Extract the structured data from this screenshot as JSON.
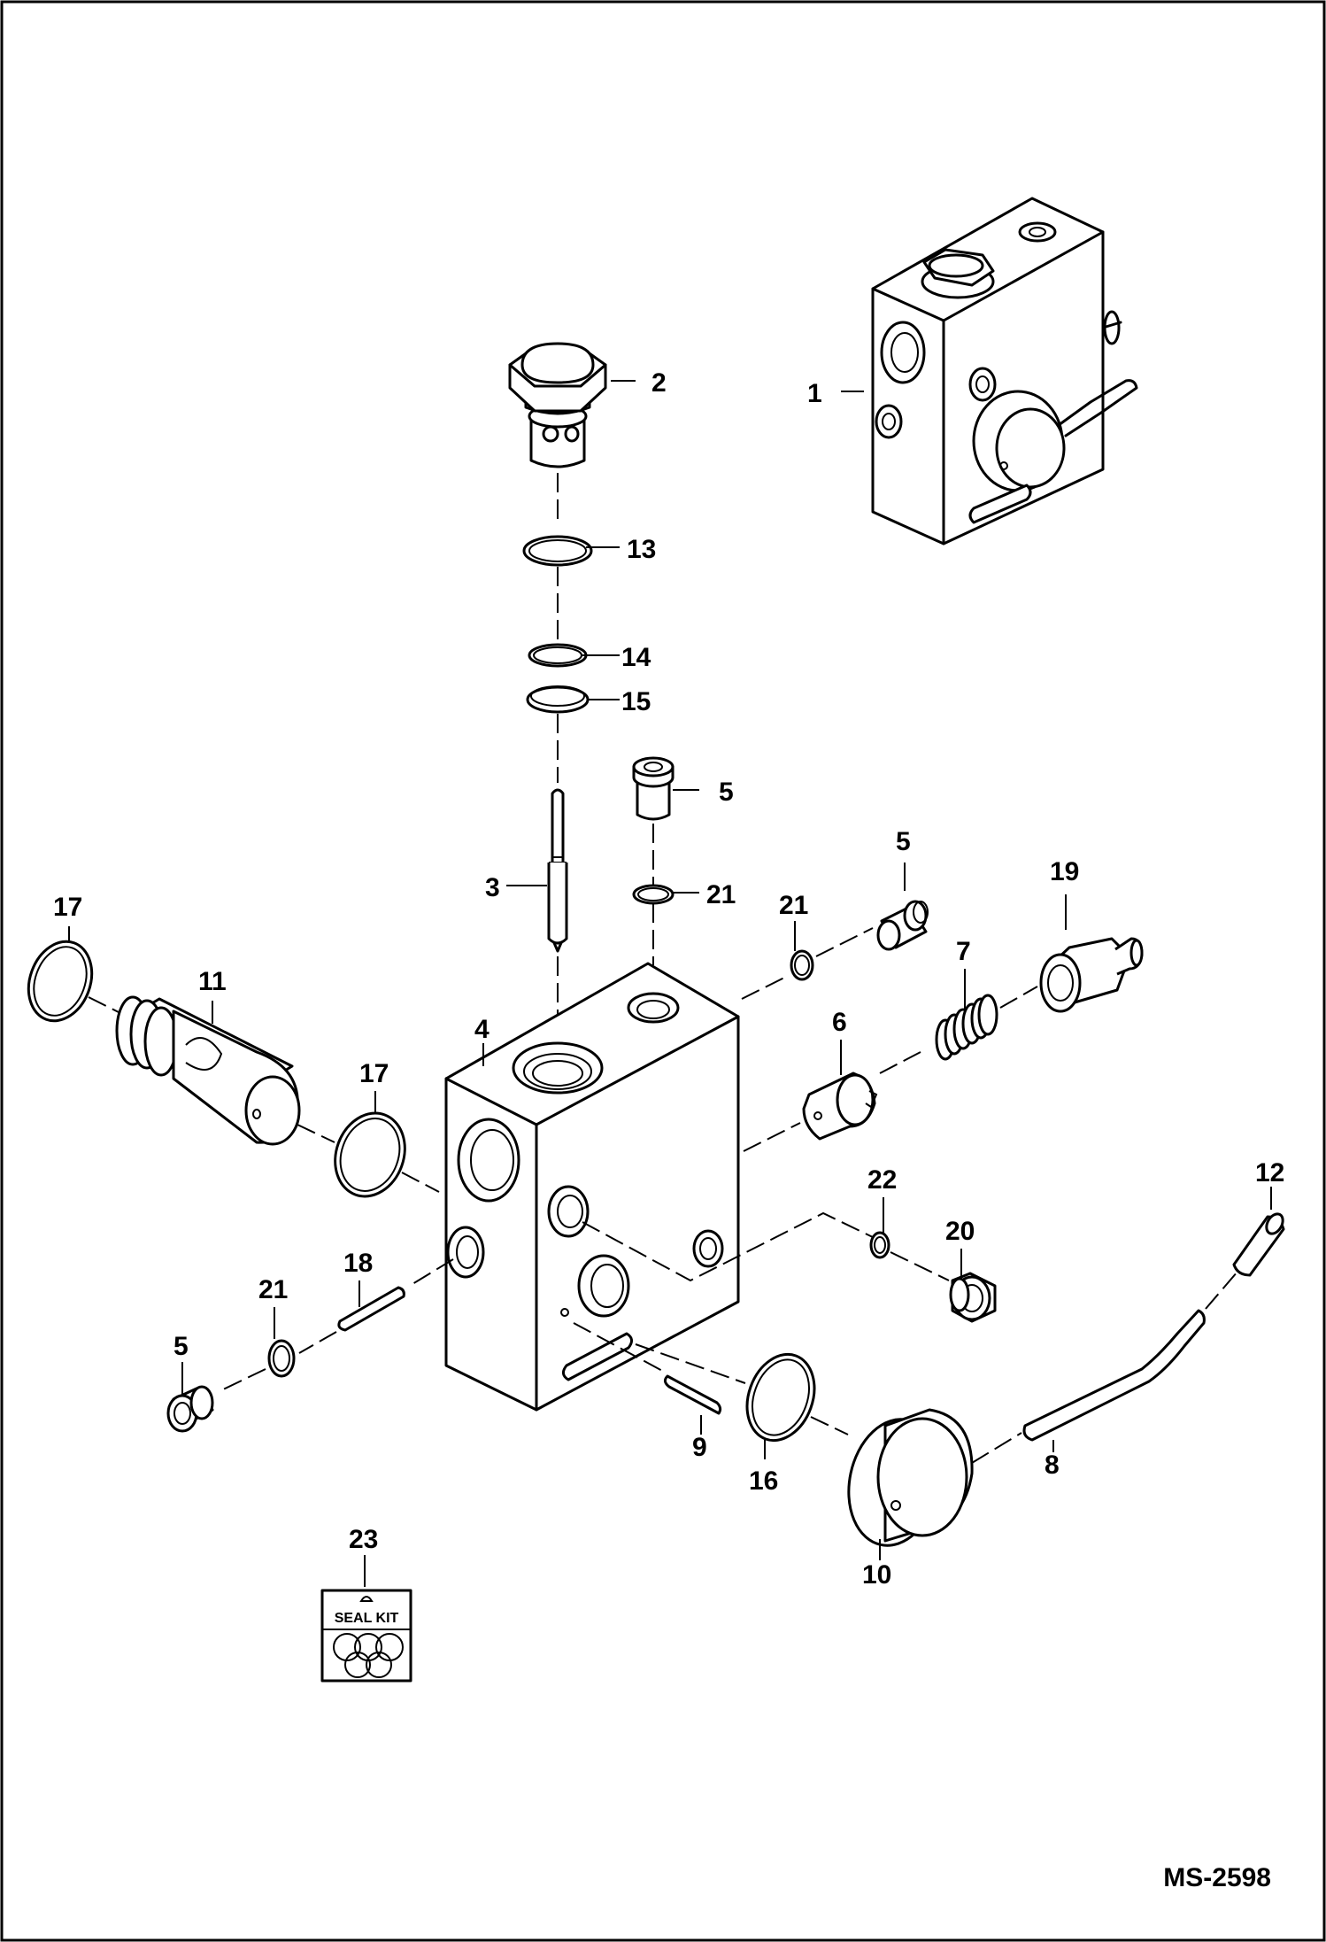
{
  "diagram": {
    "drawing_code": "MS-2598",
    "seal_kit_label": "SEAL KIT",
    "callouts": [
      {
        "id": "c1",
        "label": "1"
      },
      {
        "id": "c2",
        "label": "2"
      },
      {
        "id": "c3",
        "label": "3"
      },
      {
        "id": "c4",
        "label": "4"
      },
      {
        "id": "c5a",
        "label": "5"
      },
      {
        "id": "c5b",
        "label": "5"
      },
      {
        "id": "c5c",
        "label": "5"
      },
      {
        "id": "c6",
        "label": "6"
      },
      {
        "id": "c7",
        "label": "7"
      },
      {
        "id": "c8",
        "label": "8"
      },
      {
        "id": "c9",
        "label": "9"
      },
      {
        "id": "c10",
        "label": "10"
      },
      {
        "id": "c11",
        "label": "11"
      },
      {
        "id": "c12",
        "label": "12"
      },
      {
        "id": "c13",
        "label": "13"
      },
      {
        "id": "c14",
        "label": "14"
      },
      {
        "id": "c15",
        "label": "15"
      },
      {
        "id": "c16",
        "label": "16"
      },
      {
        "id": "c17a",
        "label": "17"
      },
      {
        "id": "c17b",
        "label": "17"
      },
      {
        "id": "c18",
        "label": "18"
      },
      {
        "id": "c19",
        "label": "19"
      },
      {
        "id": "c20",
        "label": "20"
      },
      {
        "id": "c21a",
        "label": "21"
      },
      {
        "id": "c21b",
        "label": "21"
      },
      {
        "id": "c21c",
        "label": "21"
      },
      {
        "id": "c22",
        "label": "22"
      },
      {
        "id": "c23",
        "label": "23"
      }
    ]
  }
}
